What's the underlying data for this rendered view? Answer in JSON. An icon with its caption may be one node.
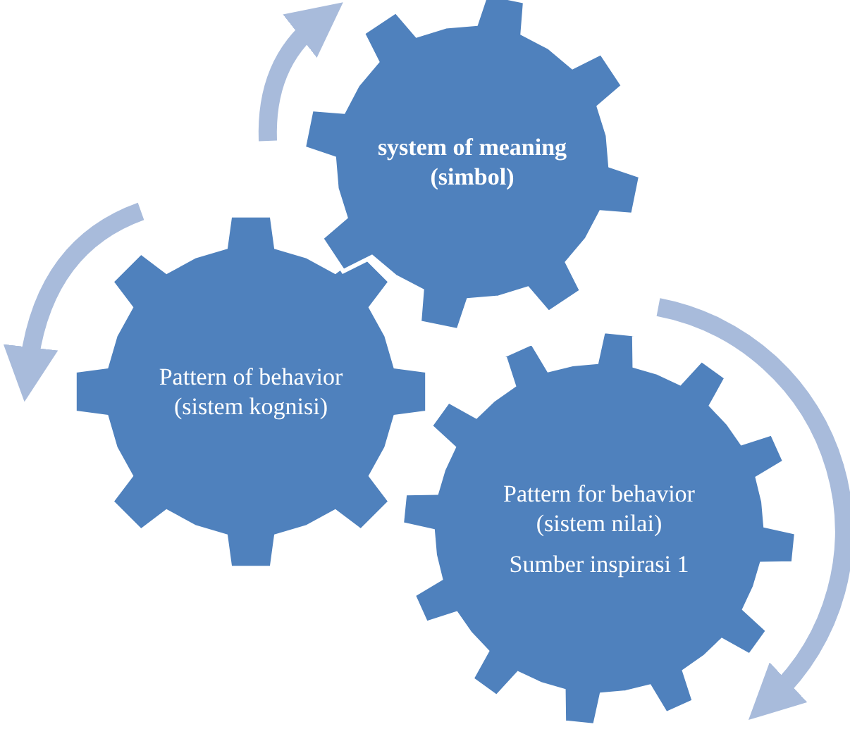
{
  "diagram": {
    "nodes": [
      {
        "text": [
          "system of meaning (simbol)"
        ]
      },
      {
        "text": [
          "Pattern of behavior (sistem kognisi)"
        ]
      },
      {
        "text": [
          "Pattern for behavior (sistem nilai)",
          "Sumber inspirasi 1"
        ]
      }
    ]
  }
}
